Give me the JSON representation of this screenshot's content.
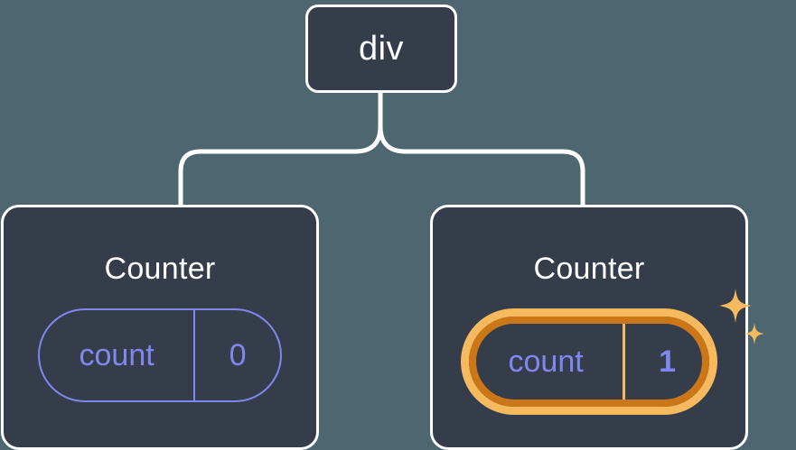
{
  "theme": {
    "background": "#4d666f",
    "node_fill": "#353d4b",
    "node_border": "#ffffff",
    "connector": "#ffffff",
    "state_accent": "#8287f0",
    "highlight_outer": "#cb7718",
    "highlight_inner": "#f7b95e",
    "sparkle": "#f7b95e"
  },
  "diagram": {
    "type": "component-tree",
    "root": {
      "label": "div"
    },
    "children": [
      {
        "label": "Counter",
        "highlighted": false,
        "state": {
          "key": "count",
          "value": "0"
        }
      },
      {
        "label": "Counter",
        "highlighted": true,
        "state": {
          "key": "count",
          "value": "1"
        },
        "sparkles": [
          {
            "name": "sparkle-large"
          },
          {
            "name": "sparkle-small"
          }
        ]
      }
    ]
  }
}
